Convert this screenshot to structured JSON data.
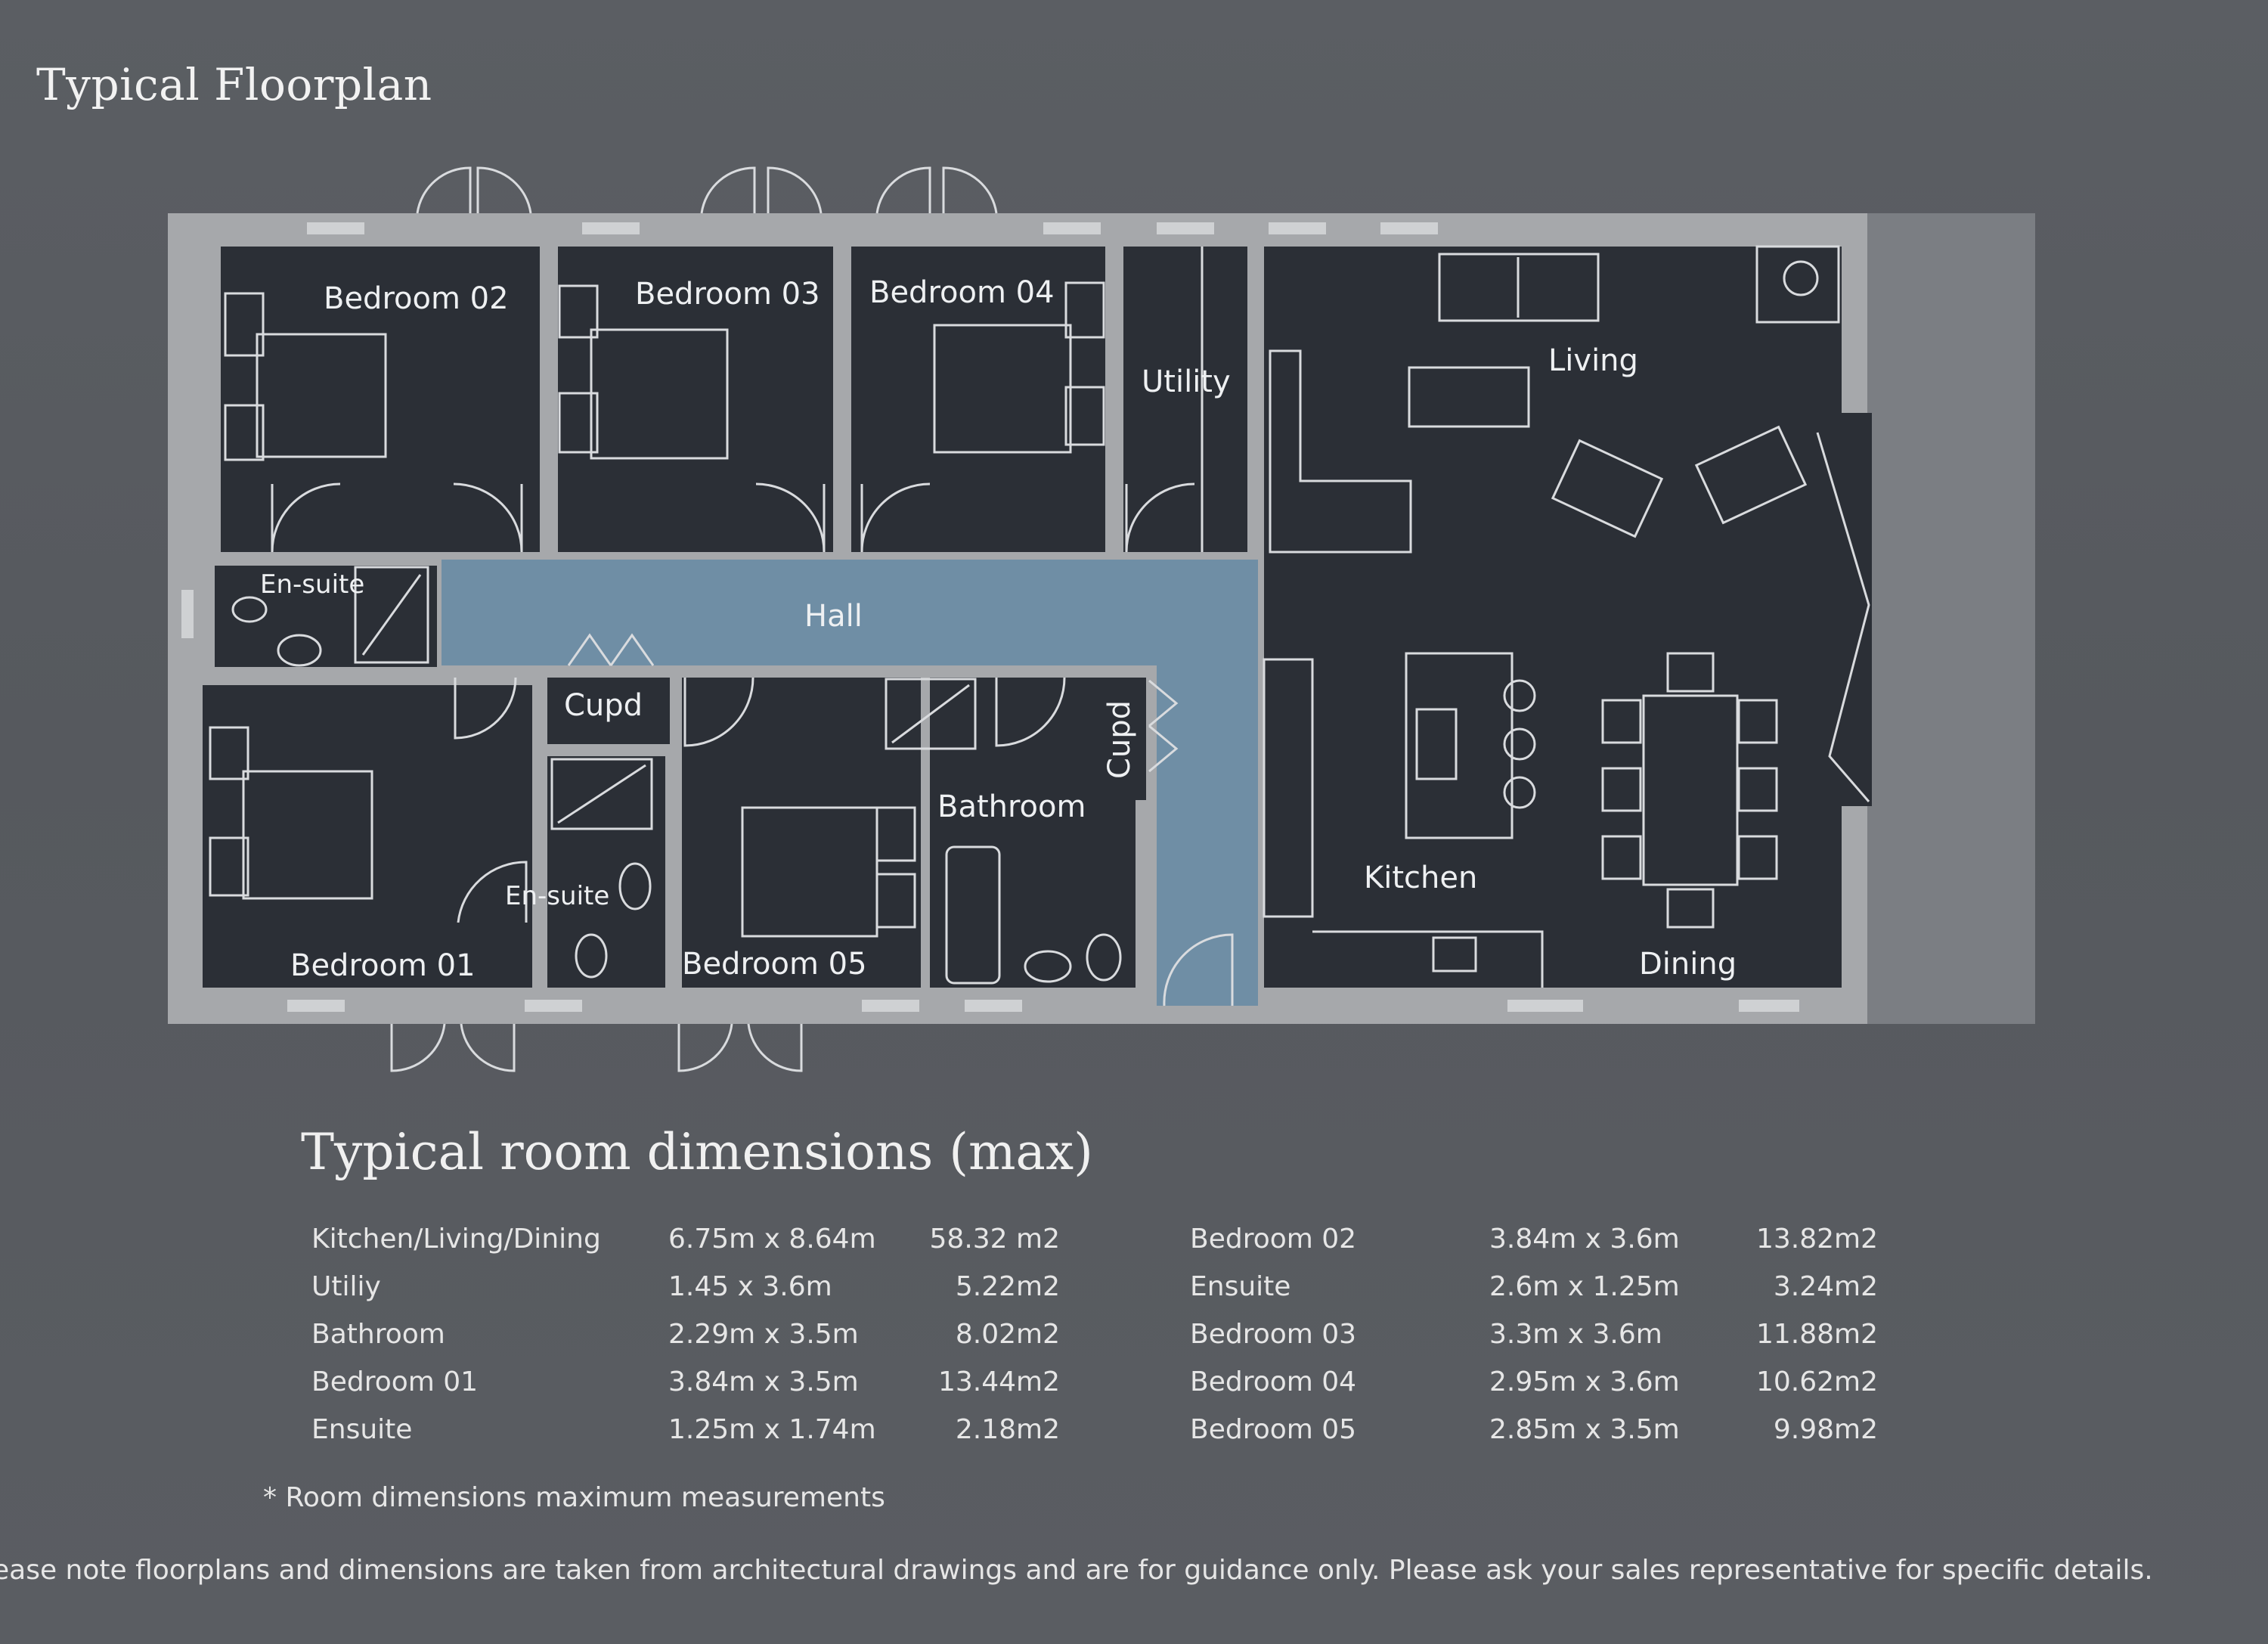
{
  "header": {
    "title": "Typical Floorplan"
  },
  "plan": {
    "rooms": {
      "bedroom02": "Bedroom 02",
      "bedroom03": "Bedroom 03",
      "bedroom04": "Bedroom 04",
      "utility": "Utility",
      "living": "Living",
      "ensuite_top": "En-suite",
      "hall": "Hall",
      "cupd_left": "Cupd",
      "cupd_right": "Cupd",
      "bathroom": "Bathroom",
      "ensuite_bottom": "En-suite",
      "kitchen": "Kitchen",
      "bedroom01": "Bedroom 01",
      "bedroom05": "Bedroom 05",
      "dining": "Dining"
    },
    "colors": {
      "background": "#585b60",
      "room_fill": "#2b2f36",
      "wall": "#a6a8ab",
      "hall_fill": "#6f8ea5",
      "linework": "#d9dbde"
    }
  },
  "dimensions": {
    "heading": "Typical room dimensions (max)",
    "left": [
      {
        "room": "Kitchen/Living/Dining",
        "size": "6.75m x 8.64m",
        "area": "58.32 m2"
      },
      {
        "room": "Utiliy",
        "size": "1.45 x 3.6m",
        "area": "5.22m2"
      },
      {
        "room": "Bathroom",
        "size": "2.29m x 3.5m",
        "area": "8.02m2"
      },
      {
        "room": "Bedroom 01",
        "size": "3.84m x 3.5m",
        "area": "13.44m2"
      },
      {
        "room": "Ensuite",
        "size": "1.25m x 1.74m",
        "area": "2.18m2"
      }
    ],
    "right": [
      {
        "room": "Bedroom 02",
        "size": "3.84m x 3.6m",
        "area": "13.82m2"
      },
      {
        "room": "Ensuite",
        "size": "2.6m x 1.25m",
        "area": "3.24m2"
      },
      {
        "room": "Bedroom 03",
        "size": "3.3m x 3.6m",
        "area": "11.88m2"
      },
      {
        "room": "Bedroom 04",
        "size": "2.95m x 3.6m",
        "area": "10.62m2"
      },
      {
        "room": "Bedroom 05",
        "size": "2.85m x 3.5m",
        "area": "9.98m2"
      }
    ],
    "footnote": "* Room dimensions maximum measurements",
    "disclaimer": "ease note floorplans and dimensions are taken from architectural drawings and are for guidance only. Please ask your sales representative for specific details."
  }
}
